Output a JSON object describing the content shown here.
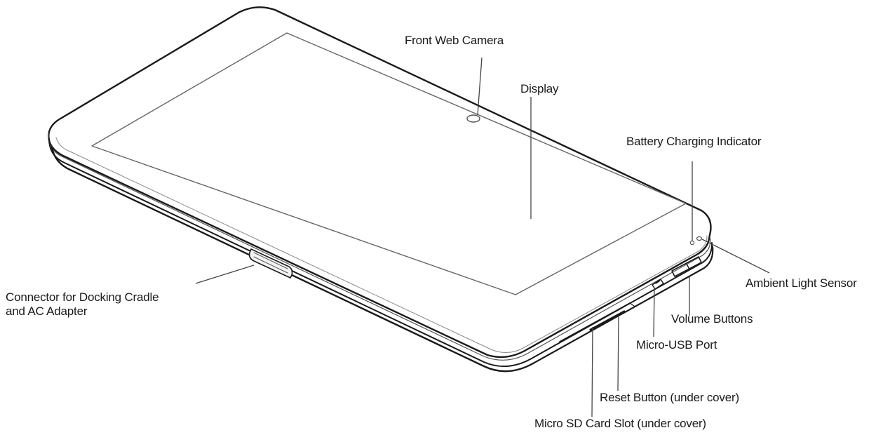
{
  "diagram": {
    "subject": "Tablet device overview (front view, isometric line drawing)",
    "labels": {
      "front_web_camera": "Front Web Camera",
      "display": "Display",
      "battery_charging_indicator": "Battery Charging Indicator",
      "ambient_light_sensor": "Ambient Light Sensor",
      "volume_buttons": "Volume Buttons",
      "micro_usb_port": "Micro-USB Port",
      "reset_button": "Reset Button (under cover)",
      "micro_sd_card_slot": "Micro SD Card Slot (under cover)",
      "docking_connector_line1": "Connector for Docking Cradle",
      "docking_connector_line2": "and AC Adapter"
    },
    "colors": {
      "outline": "#1a1a1a",
      "thin_line": "#555555",
      "background": "#ffffff"
    }
  }
}
